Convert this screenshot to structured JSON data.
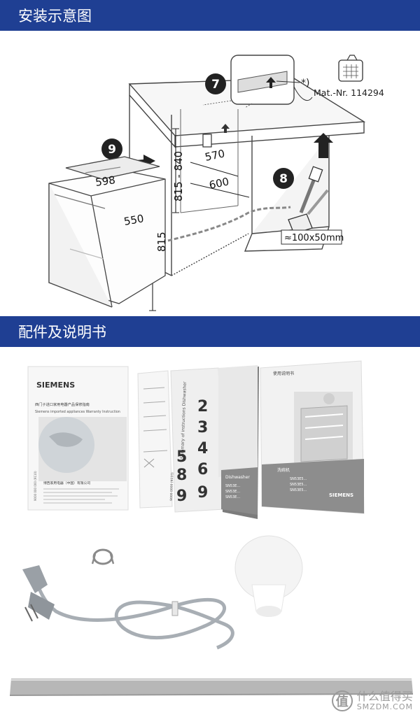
{
  "sections": {
    "install_title": "安装示意图",
    "accessories_title": "配件及说明书"
  },
  "diagram": {
    "steps": [
      "7",
      "8",
      "9"
    ],
    "dims": {
      "width": "598",
      "depth": "550",
      "height": "815",
      "niche_height": "815 - 840",
      "niche_depth": "570",
      "niche_width": "600",
      "opening": "≈100x50mm"
    },
    "part_note": "*)",
    "part_number": "Mat.-Nr. 114294"
  },
  "manuals": {
    "brand": "SIEMENS",
    "warranty_cn": "西门子进口家用电器产品保修指南",
    "warranty_en": "Siemens imported appliances Warranty Instruction",
    "company_cn": "博西家用电器（中国）有限公司",
    "summary_en": "Summary of instructions Dishwasher",
    "summary_cn": "使用说明书",
    "cover_label_en": "Dishwasher",
    "cover_label_cn": "洗碗机",
    "models": [
      "SN53E...",
      "SN53E...",
      "SN53E..."
    ],
    "models_right": [
      "SN53E5...",
      "SN53E5...",
      "SN53E5..."
    ],
    "left_barcode": "9000 000 000 (9110)",
    "mid_barcode": "9000 0000 (9110)"
  },
  "watermark": {
    "logo": "值",
    "cn": "什么值得买",
    "en": "SMZDM.COM"
  }
}
